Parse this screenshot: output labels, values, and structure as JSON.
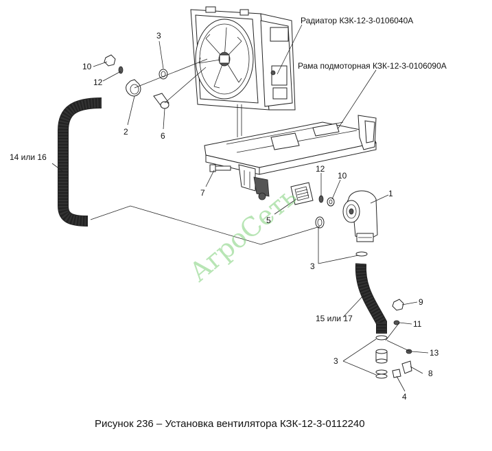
{
  "caption": "Рисунок 236 – Установка вентилятора КЗК-12-3-0112240",
  "watermark": "АгроСеть",
  "callouts": {
    "radiator": "Радиатор КЗК-12-3-0106040А",
    "frame": "Рама подмоторная КЗК-12-3-0106090А",
    "hose_upper": "14 или 16",
    "hose_lower": "15 или 17"
  },
  "part_numbers": {
    "n1": "1",
    "n2": "2",
    "n3a": "3",
    "n3b": "3",
    "n3c": "3",
    "n4": "4",
    "n5": "5",
    "n6": "6",
    "n7": "7",
    "n8": "8",
    "n9": "9",
    "n10a": "10",
    "n10b": "10",
    "n11": "11",
    "n12a": "12",
    "n12b": "12",
    "n13": "13"
  },
  "colors": {
    "line": "#222222",
    "watermark": "#7fd07a",
    "hose": "#333333"
  }
}
